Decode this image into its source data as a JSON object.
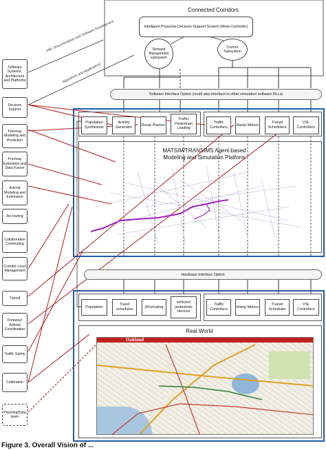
{
  "header": {
    "title": "Connected Corridors",
    "meta_controller": "Intelligent Proactive Decision Support System (Meta Controller)",
    "demand_subsystem": "Demand Management subsystem",
    "control_subsystem": "Control Subsystem",
    "software_interface": "Software Interface Option (could also interface to other simulation software DLLs)",
    "diagonal_label_1": "UML Documentation and Software Development",
    "diagonal_label_2": "Algorithms and Applications"
  },
  "simulation": {
    "modules": [
      "Population Synthesizer",
      "Activity Generator",
      "Route Planner",
      "Traffic/ Pedestrian Loading"
    ],
    "controllers": [
      "Traffic Controllers",
      "Ramp Meters",
      "Transit Schedulers",
      "VSL Controllers"
    ],
    "platform_title": "MATSIM/TRANSIMS Agent-based Modeling and Simulation Platform"
  },
  "hardware_interface": "Hardware Interface Option",
  "real_world": {
    "modules": [
      "Population",
      "Travel schedules",
      "(Re)routing",
      "vehicles/ pedestrian devices"
    ],
    "controllers": [
      "Traffic Controllers",
      "Ramp Meters",
      "Transit Schedules",
      "VSL Controllers"
    ],
    "title": "Real World",
    "map_label": "Oakland"
  },
  "sidebar": {
    "items": [
      "Software Systems, Architecture and Platforms",
      "Decision Support",
      "Freeway Modeling and Prediction",
      "Freeway Estimation and Data Fusion",
      "Arterial Modeling and Estimation",
      "Re-routing",
      "Collaborative Commuting",
      "Corridor Level Management",
      "Transit",
      "Freeway/ Arterial Coordination",
      "Traffic Safety",
      "Calibration",
      "Planning/Data team"
    ]
  },
  "caption": "Figure 3. Overall Vision of ...",
  "colors": {
    "panel_border": "#1f5aa6",
    "link_line": "#b01818",
    "route": "#a020c0"
  }
}
